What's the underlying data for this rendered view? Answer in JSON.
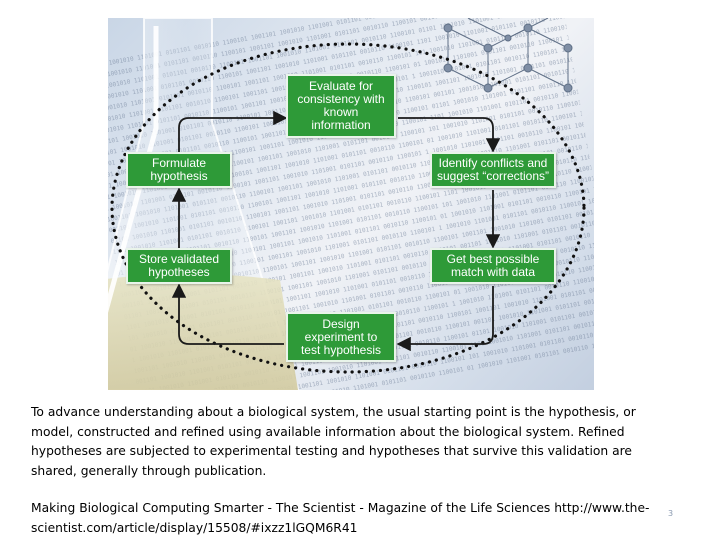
{
  "diagram": {
    "boxes": {
      "evaluate": "Evaluate for\nconsistency with\nknown\ninformation",
      "formulate": "Formulate\nhypothesis",
      "identify": "Identify conflicts and\nsuggest “corrections”",
      "store": "Store validated\nhypotheses",
      "best": "Get best possible\nmatch with data",
      "design": "Design\nexperiment to\ntest hypothesis"
    },
    "colors": {
      "box_fill": "#2e9a38",
      "box_text": "#ffffff",
      "arrow": "#1a1a1a",
      "loop_dots": "#111111"
    },
    "background_icons": [
      "flask",
      "molecule-lattice",
      "binary-digits"
    ]
  },
  "caption": "To advance understanding about a biological system, the usual starting point is the hypothesis, or model, constructed and refined using available information about the biological system. Refined hypotheses are subjected to experimental testing and hypotheses that survive this validation are shared, generally through publication.",
  "source": "Making Biological Computing Smarter - The Scientist - Magazine of the Life Sciences http://www.the-scientist.com/article/display/15508/#ixzz1lGQM6R41",
  "page_number": "3"
}
